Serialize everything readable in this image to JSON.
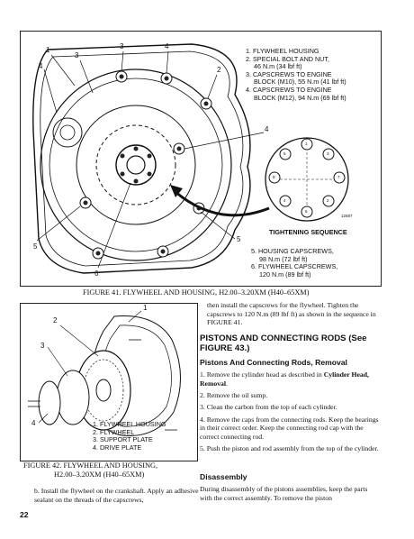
{
  "figure41": {
    "legend": [
      "1. FLYWHEEL HOUSING",
      "2. SPECIAL BOLT AND NUT,",
      "46 N.m (34 lbf ft)",
      "3. CAPSCREWS TO ENGINE",
      "BLOCK (M10), 55 N.m (41 lbf ft)",
      "4. CAPSCREWS TO ENGINE",
      "BLOCK (M12), 94 N.m (69 lbf ft)"
    ],
    "legend_bottom": [
      "5. HOUSING CAPSCREWS,",
      "98 N.m (72 lbf ft)",
      "6. FLYWHEEL CAPSCREWS,",
      "120 N.m (89 lbf ft)"
    ],
    "callouts": [
      "1",
      "3",
      "4",
      "2",
      "4",
      "4",
      "5",
      "5",
      "6"
    ],
    "sequence_numbers": [
      "1",
      "5",
      "3",
      "8",
      "7",
      "4",
      "2",
      "6"
    ],
    "sequence_label": "TIGHTENING SEQUENCE",
    "code": "12687",
    "caption": "FIGURE 41. FLYWHEEL AND HOUSING, H2.00–3.20XM (H40–65XM)"
  },
  "figure42": {
    "legend": [
      "1. FLYWHEEL HOUSING",
      "2. FLYWHEEL",
      "3. SUPPORT PLATE",
      "4. DRIVE PLATE"
    ],
    "callouts": [
      "2",
      "3",
      "1",
      "4"
    ],
    "caption_line1": "FIGURE 42. FLYWHEEL AND HOUSING,",
    "caption_line2": "H2.00–3.20XM (H40–65XM)"
  },
  "left_text": "b. Install the flywheel on the crankshaft. Apply an adhesive sealant on the threads of the capscrews,",
  "right_col": {
    "intro": "then install the capscrews for the flywheel. Tighten the capscrews to 120 N.m (89 lbf ft) as shown in the sequence in FIGURE 41.",
    "heading": "PISTONS AND CONNECTING RODS (See FIGURE 43.)",
    "subheading": "Pistons And Connecting Rods, Removal",
    "step1_a": "1. Remove the cylinder head as described in ",
    "step1_b": "Cylinder Head, Removal",
    "step1_c": ".",
    "step2": "2. Remove the oil sump.",
    "step3": "3. Clean the carbon from the top of each cylinder.",
    "step4": "4. Remove the caps from the connecting rods. Keep the bearings in their correct order. Keep the connecting rod cap with the correct connecting rod.",
    "step5": "5. Push the piston and rod assembly from the top of the cylinder.",
    "subheading2": "Disassembly",
    "disassembly": "During disassembly of the pistons assemblies, keep the parts with the correct assembly. To remove the piston"
  },
  "page_number": "22"
}
